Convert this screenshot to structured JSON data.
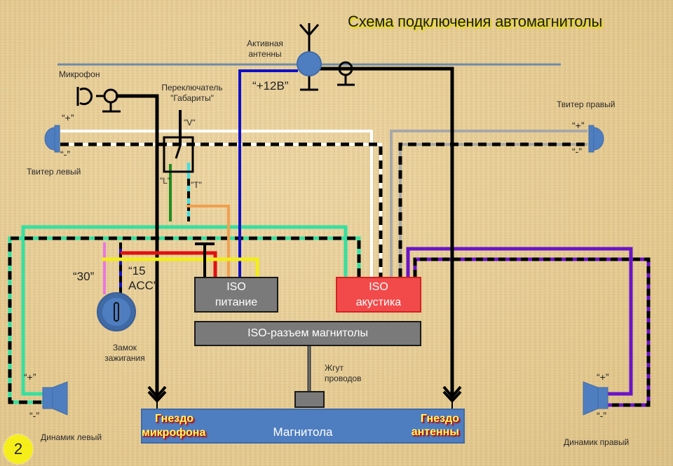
{
  "title": "Схема подключения автомагнитолы",
  "page_badge": "2",
  "colors": {
    "antenna_blue": "#4f7ec0",
    "plus12v_wire": "#1010c8",
    "tweeter_left_wire": "#ffffff",
    "tweeter_right_wire": "#a8a8a8",
    "speaker_left_wire": "#35e0a0",
    "speaker_right_wire": "#6a14c8",
    "ign_30_wire": "#e878e0",
    "ign_15_wire": "#1010c8",
    "red_wire": "#e01010",
    "yellow_wire": "#f2ee1a",
    "green_wire": "#1e8c1e",
    "cyan_wire": "#40e0e8",
    "orange_wire": "#f0a050",
    "iso_power_box": "#7a7a7a",
    "iso_acoustic_box": "#f24a4a",
    "radio_box": "#4f7ec0"
  },
  "components": {
    "antenna": {
      "label_line1": "Активная",
      "label_line2": "антенны",
      "power_label": "“+12В”"
    },
    "microphone": {
      "label": "Микрофон"
    },
    "switch": {
      "label_line1": "Переключатель",
      "label_line2": "\"Габариты\"",
      "pin_v": "\"V\"",
      "pin_l": "\"L\"",
      "pin_t": "\"T\""
    },
    "tweeter_left": {
      "label": "Твитер левый",
      "plus": "“+”",
      "minus": "“-”"
    },
    "tweeter_right": {
      "label": "Твитер правый",
      "plus": "“+”",
      "minus": "“-”"
    },
    "ignition": {
      "label_line1": "Замок",
      "label_line2": "зажигания",
      "pin_30": "“30”",
      "pin_15_line1": "“15",
      "pin_15_line2": "ACC”"
    },
    "speaker_left": {
      "label": "Динамик левый",
      "plus": "“+”",
      "minus": "“-”"
    },
    "speaker_right": {
      "label": "Динамик правый",
      "plus": "“+”",
      "minus": "“-”"
    },
    "iso_power": {
      "line1": "ISO",
      "line2": "питание"
    },
    "iso_acoustic": {
      "line1": "ISO",
      "line2": "акустика"
    },
    "iso_connector": {
      "label": "ISO-разъем магнитолы"
    },
    "harness": {
      "label_line1": "Жгут",
      "label_line2": "проводов"
    },
    "radio": {
      "label": "Магнитола",
      "mic_jack_line1": "Гнездо",
      "mic_jack_line2": "микрофона",
      "ant_jack_line1": "Гнездо",
      "ant_jack_line2": "антенны"
    }
  }
}
